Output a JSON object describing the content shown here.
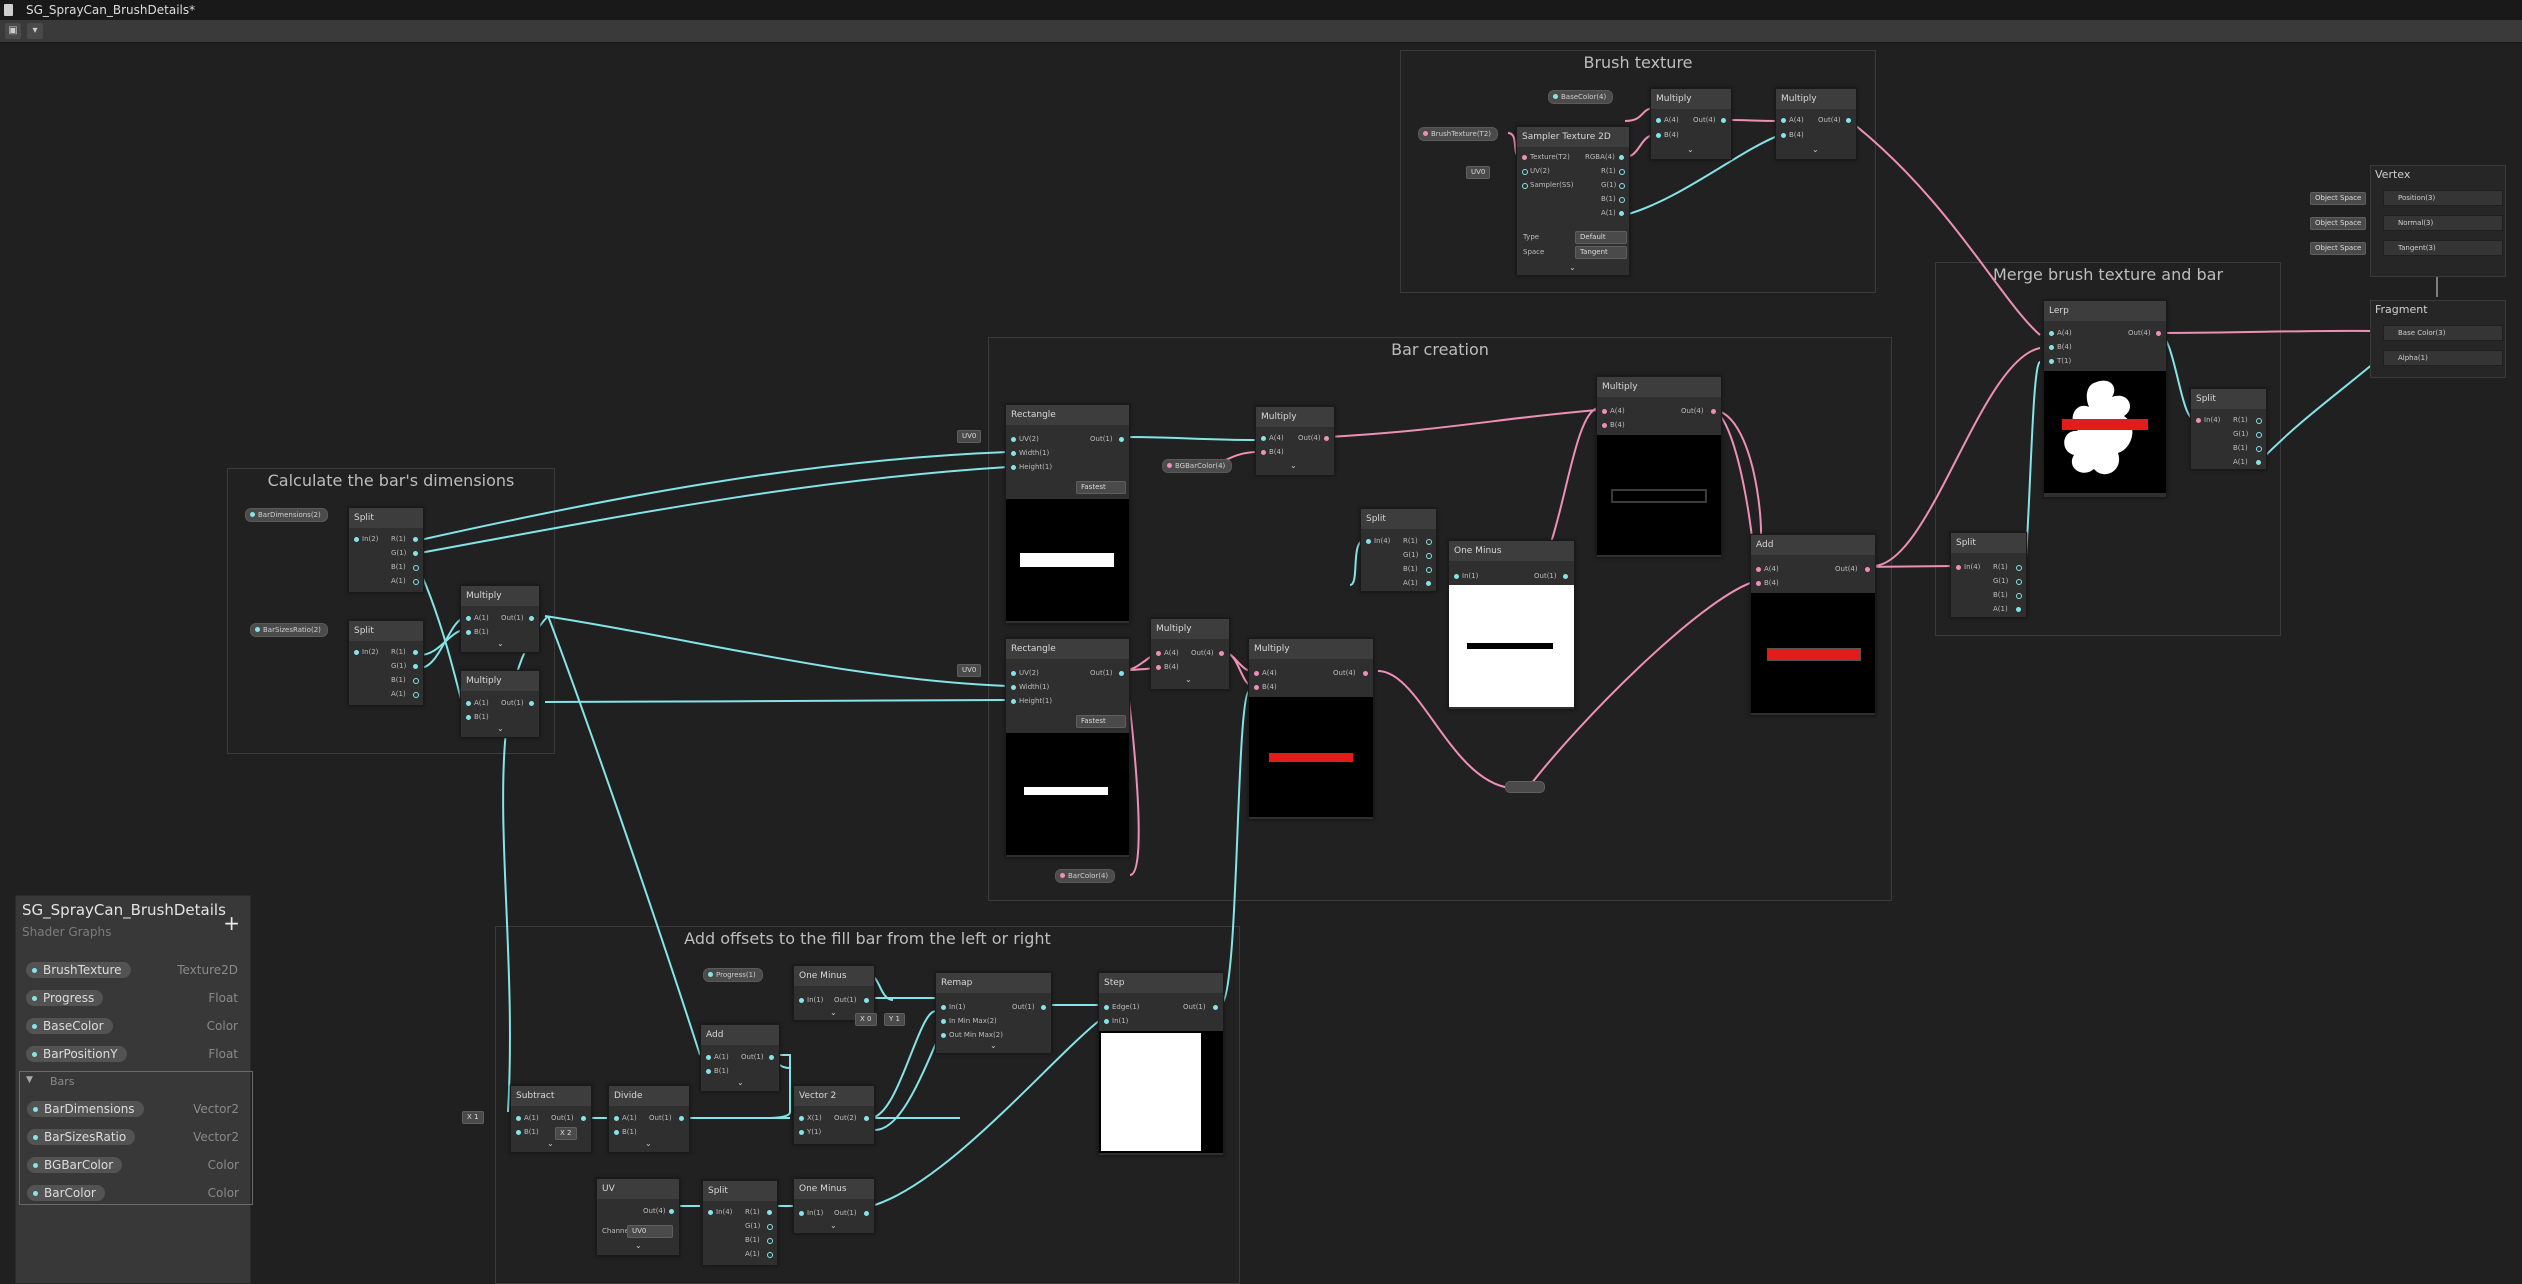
{
  "window": {
    "title": "SG_SprayCan_BrushDetails*"
  },
  "toolbar": {
    "save_icon": "save-icon",
    "dropdown_icon": "chevron-down-icon"
  },
  "groups": {
    "brush_texture": "Brush texture",
    "merge": "Merge brush texture and bar",
    "bar_creation": "Bar creation",
    "calc_dims": "Calculate the bar's dimensions",
    "offsets": "Add offsets to the fill bar from the left or right"
  },
  "nodes": {
    "multiply": "Multiply",
    "sampler": "Sampler Texture 2D",
    "rectangle": "Rectangle",
    "split": "Split",
    "one_minus": "One Minus",
    "add": "Add",
    "lerp": "Lerp",
    "remap": "Remap",
    "step": "Step",
    "subtract": "Subtract",
    "divide": "Divide",
    "vector2": "Vector 2",
    "uv": "UV",
    "vertex": "Vertex",
    "fragment": "Fragment"
  },
  "ports": {
    "a4": "A(4)",
    "b4": "B(4)",
    "out4": "Out(4)",
    "a1": "A(1)",
    "b1": "B(1)",
    "out1": "Out(1)",
    "in4": "In(4)",
    "in2": "In(2)",
    "in1": "In(1)",
    "r1": "R(1)",
    "g1": "G(1)",
    "b1c": "B(1)",
    "a1c": "A(1)",
    "uv2": "UV(2)",
    "width1": "Width(1)",
    "height1": "Height(1)",
    "texture": "Texture(T2)",
    "sampler_ss": "Sampler(SS)",
    "rgba4": "RGBA(4)",
    "t1": "T(1)",
    "x1": "X(1)",
    "y1": "Y(1)",
    "out2": "Out(2)",
    "edge1": "Edge(1)",
    "in_minmax": "In Min Max(2)",
    "out_minmax": "Out Min Max(2)",
    "position3": "Position(3)",
    "normal3": "Normal(3)",
    "tangent3": "Tangent(3)",
    "basecolor3": "Base Color(3)",
    "alpha1": "Alpha(1)"
  },
  "controls": {
    "uv0": "UV0",
    "fastest": "Fastest",
    "type_label": "Type",
    "type_value": "Default",
    "space_label": "Space",
    "space_value": "Tangent",
    "channel_label": "Channel",
    "object_space": "Object Space",
    "x_label": "X",
    "y_label": "Y",
    "val_1": "1",
    "val_0": "0",
    "val_2": "2"
  },
  "property_pills": {
    "basecolor": "BaseColor(4)",
    "brushtexture": "BrushTexture(T2)",
    "bgbarcolor": "BGBarColor(4)",
    "bardimensions": "BarDimensions(2)",
    "barsizesratio": "BarSizesRatio(2)",
    "barcolor": "BarColor(4)",
    "progress": "Progress(1)"
  },
  "blackboard": {
    "title": "SG_SprayCan_BrushDetails",
    "subtitle": "Shader Graphs",
    "add_label": "+",
    "category": "Bars",
    "properties": [
      {
        "name": "BrushTexture",
        "type": "Texture2D"
      },
      {
        "name": "Progress",
        "type": "Float"
      },
      {
        "name": "BaseColor",
        "type": "Color"
      },
      {
        "name": "BarPositionY",
        "type": "Float"
      }
    ],
    "category_properties": [
      {
        "name": "BarDimensions",
        "type": "Vector2"
      },
      {
        "name": "BarSizesRatio",
        "type": "Vector2"
      },
      {
        "name": "BGBarColor",
        "type": "Color"
      },
      {
        "name": "BarColor",
        "type": "Color"
      }
    ]
  },
  "colors": {
    "background": "#202020",
    "wire_vec": "#84e4e7",
    "wire_color": "#ee8fb7",
    "bar_red": "#e21b1b",
    "panel": "#383838"
  }
}
